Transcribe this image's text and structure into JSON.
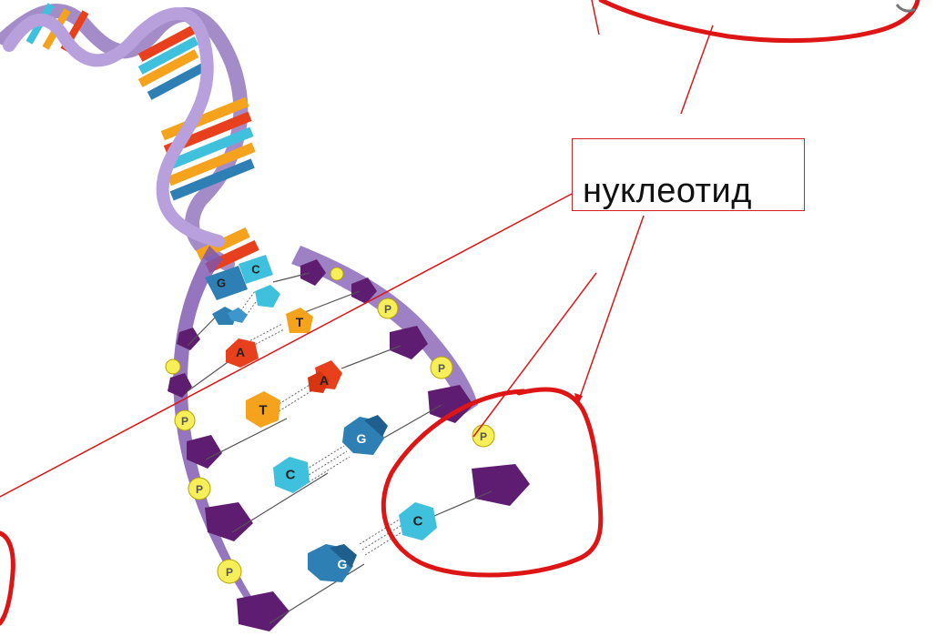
{
  "annotation": {
    "label": "нуклеотид"
  },
  "bases": {
    "g1": "G",
    "c1": "C",
    "t1": "T",
    "a1": "A",
    "t2": "T",
    "a2": "A",
    "c2": "C",
    "g2": "G",
    "c3": "C",
    "g3": "G"
  },
  "phosphate": "P",
  "colors": {
    "backbone": "#8a62b4",
    "sugar": "#5e1d70",
    "phosphate": "#f7ef5a",
    "adenine": "#e8401c",
    "thymine": "#f5a21c",
    "cytosine": "#3fc1de",
    "guanine": "#2e7fb4",
    "annotation": "#dd1515"
  }
}
